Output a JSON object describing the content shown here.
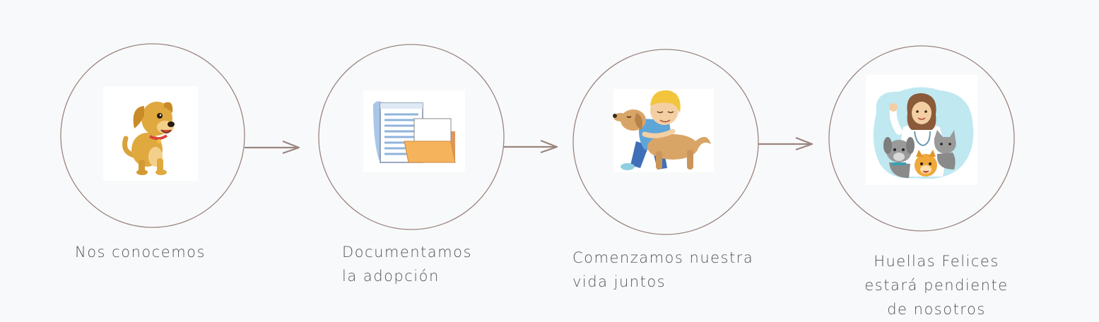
{
  "steps": [
    {
      "label": "Nos conocemos",
      "icon": "puppy-icon"
    },
    {
      "label": "Documentamos\nla adopción",
      "icon": "documents-folder-icon"
    },
    {
      "label": "Comenzamos nuestra\nvida juntos",
      "icon": "boy-hugging-dog-icon"
    },
    {
      "label": "Huellas Felices\nestará pendiente\nde nosotros",
      "icon": "vet-with-pets-icon"
    }
  ],
  "colors": {
    "background": "#f8f9fa",
    "circle_stroke": "#9a8580",
    "arrow": "#9a8580",
    "text": "#555555"
  }
}
